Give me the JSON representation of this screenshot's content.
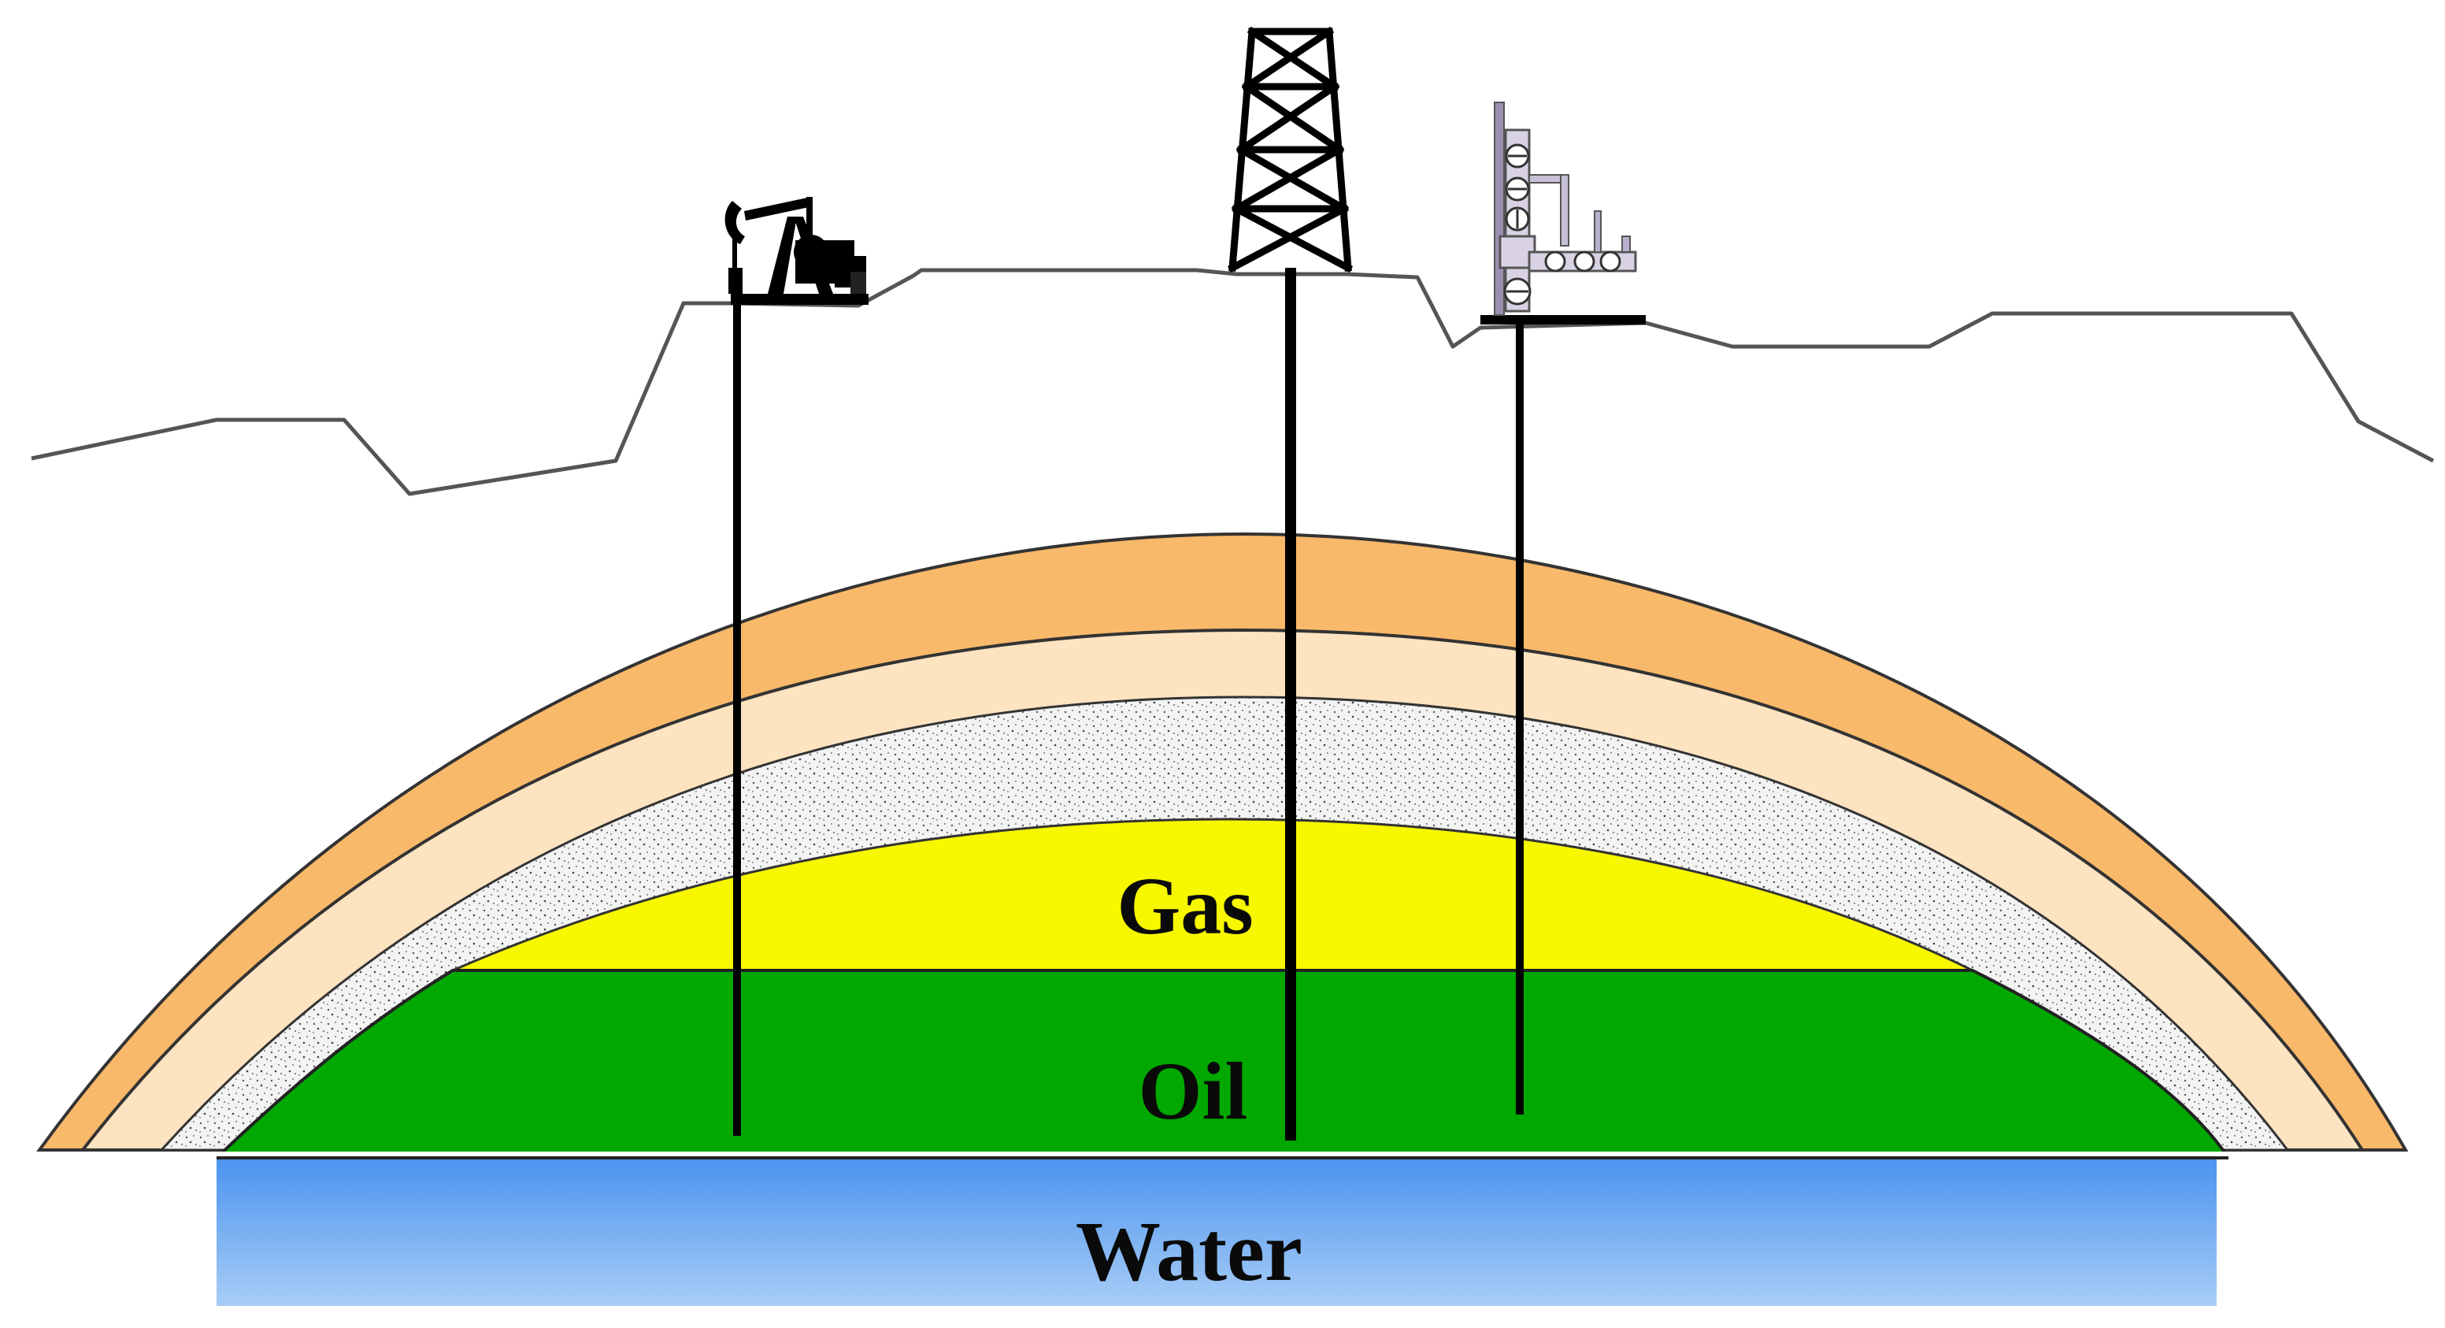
{
  "labels": {
    "gas": "Gas",
    "oil": "Oil",
    "water": "Water"
  },
  "colors": {
    "cap_outer": "#f9b96a",
    "cap_inner": "#fde3c0",
    "reservoir_rock": "#f3f3f3",
    "gas": "#f7f700",
    "oil": "#01a800",
    "water_top": "#4a93ee",
    "water_bottom": "#a8cdf6",
    "surface_line": "#555555",
    "well": "#000000"
  },
  "icons": {
    "left_well": "pumpjack-icon",
    "center_well": "drilling-derrick-icon",
    "right_well": "wellhead-christmas-tree-icon"
  }
}
